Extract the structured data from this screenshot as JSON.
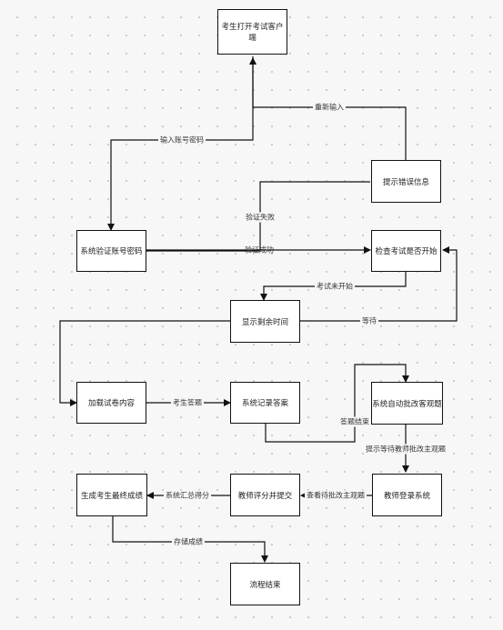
{
  "diagram": {
    "nodes": {
      "open_client": "考生打开考试客户端",
      "verify": "系统验证账号密码",
      "show_error": "提示错误信息",
      "check_start": "检查考试是否开始",
      "remaining": "显示剩余时间",
      "load_paper": "加载试卷内容",
      "record": "系统记录答案",
      "auto_grade": "系统自动批改客观题",
      "teacher_login": "教师登录系统",
      "teacher_score": "教师评分并提交",
      "final_score": "生成考生最终成绩",
      "end": "流程结束"
    },
    "edges": {
      "input_account": "输入账号密码",
      "reinput": "重新输入",
      "verify_fail": "验证失败",
      "verify_ok": "验证成功",
      "not_started": "考试未开始",
      "wait": "等待",
      "answer": "考生答题",
      "answer_end": "答题结束",
      "prompt_wait": "提示等待教师批改主观题",
      "view_subjective": "查看待批改主观题",
      "summary_score": "系统汇总得分",
      "store_score": "存储成绩"
    }
  }
}
